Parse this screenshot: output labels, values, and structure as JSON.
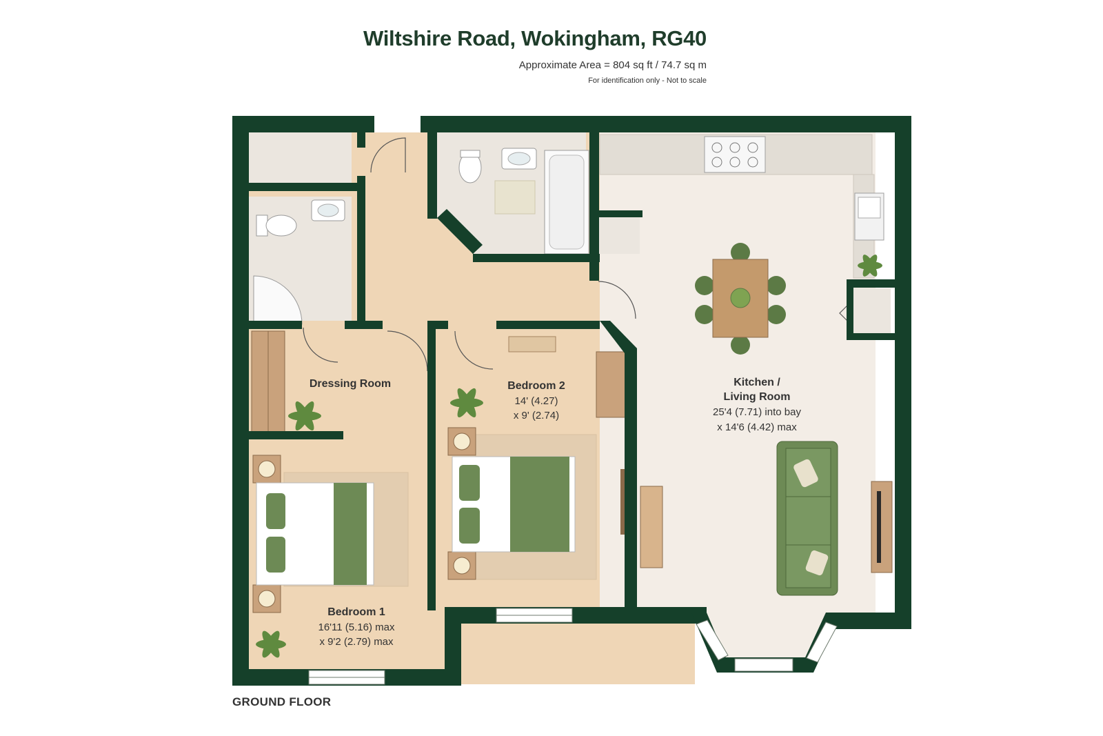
{
  "header": {
    "title": "Wiltshire Road, Wokingham, RG40",
    "area": "Approximate Area = 804 sq ft / 74.7 sq m",
    "note": "For identification only - Not to scale"
  },
  "floor": {
    "label": "GROUND FLOOR"
  },
  "rooms": {
    "dressing": {
      "name": "Dressing Room"
    },
    "bedroom2": {
      "name": "Bedroom 2",
      "dim1": "14' (4.27)",
      "dim2": "x 9' (2.74)"
    },
    "kitchen": {
      "name1": "Kitchen /",
      "name2": "Living Room",
      "dim1": "25'4 (7.71) into bay",
      "dim2": "x 14'6 (4.42) max"
    },
    "bedroom1": {
      "name": "Bedroom 1",
      "dim1": "16'11 (5.16) max",
      "dim2": "x 9'2 (2.79) max"
    }
  },
  "colors": {
    "wall": "#15402a",
    "floor_wood": "#efd6b6",
    "floor_tile": "#ebe6df",
    "floor_living": "#f3ede6",
    "accent_green": "#6d8a55",
    "plant": "#5f8a3f"
  }
}
